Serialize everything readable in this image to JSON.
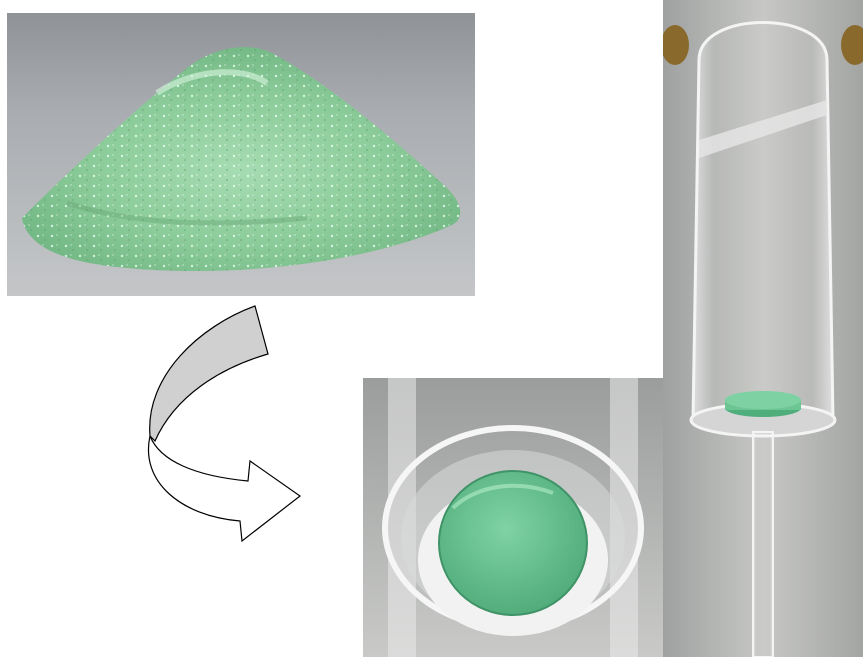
{
  "figure": {
    "panels": [
      {
        "id": "crystals",
        "subject": "pile-of-green-crystals-photo"
      },
      {
        "id": "column",
        "subject": "glass-column-with-green-disc-photo"
      },
      {
        "id": "closeup",
        "subject": "green-disc-in-glass-closeup-photo"
      }
    ],
    "arrow": {
      "direction": "curved-down-right",
      "fill_color": "#d0d0d0",
      "stroke_color": "#000000"
    },
    "colors": {
      "crystal_green": "#8ccc9a",
      "disc_green": "#5cba8a",
      "background_gray": "#b9bcbf",
      "glass_highlight": "#ffffff"
    }
  }
}
